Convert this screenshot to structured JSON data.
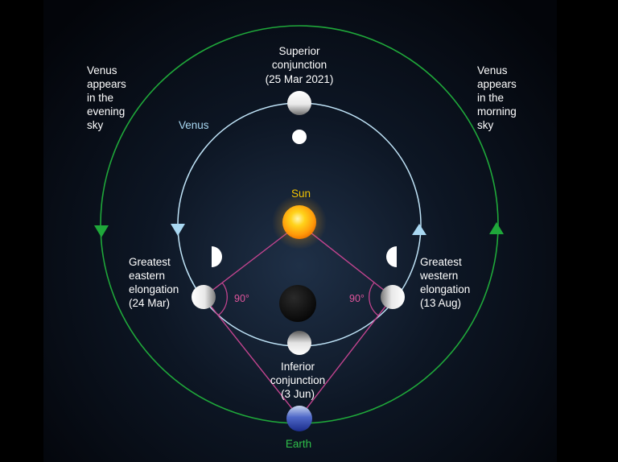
{
  "labels": {
    "superior_line1": "Superior",
    "superior_line2": "conjunction",
    "superior_line3": "(25 Mar 2021)",
    "venus_orbit": "Venus",
    "sun": "Sun",
    "evening_line1": "Venus",
    "evening_line2": "appears",
    "evening_line3": "in the",
    "evening_line4": "evening",
    "evening_line5": "sky",
    "morning_line1": "Venus",
    "morning_line2": "appears",
    "morning_line3": "in the",
    "morning_line4": "morning",
    "morning_line5": "sky",
    "eastern_line1": "Greatest",
    "eastern_line2": "eastern",
    "eastern_line3": "elongation",
    "eastern_line4": "(24 Mar)",
    "western_line1": "Greatest",
    "western_line2": "western",
    "western_line3": "elongation",
    "western_line4": "(13 Aug)",
    "angle_left": "90°",
    "angle_right": "90°",
    "inferior_line1": "Inferior",
    "inferior_line2": "conjunction",
    "inferior_line3": "(3 Jun)",
    "earth": "Earth"
  },
  "colors": {
    "earth_orbit": "#1fa83a",
    "venus_orbit": "#bfe3f7",
    "sight_lines": "#c2448f",
    "sun_label": "#f5c400",
    "earth_label": "#2fbf4a",
    "venus_label": "#a9d8f2",
    "text": "#ffffff",
    "angle_text": "#e0559d"
  }
}
